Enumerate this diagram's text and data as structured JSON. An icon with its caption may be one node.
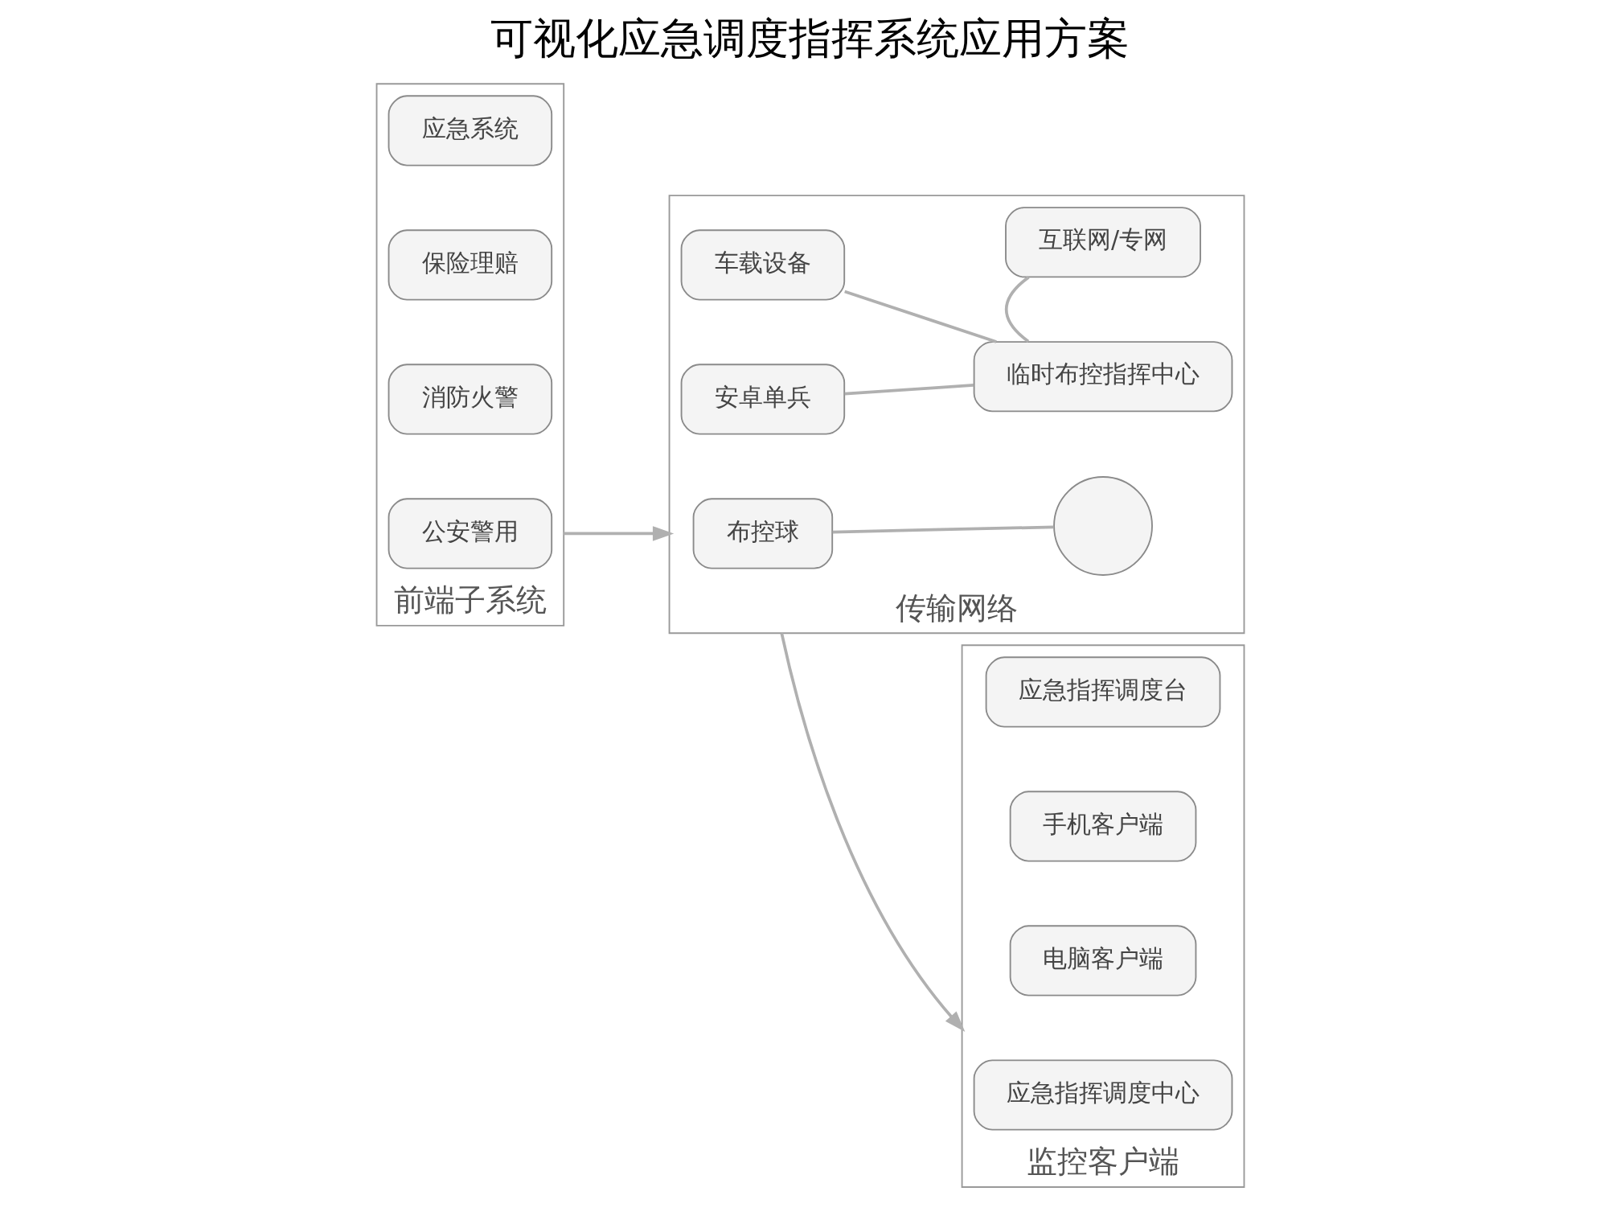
{
  "diagram": {
    "title": "可视化应急调度指挥系统应用方案",
    "nodes": [
      {
        "text": [
          "前端子系统"
        ]
      },
      {
        "text": [
          "公安警用"
        ],
        "in": 0
      },
      {
        "text": [
          "消防火警"
        ],
        "in": 0
      },
      {
        "text": [
          "保险理赔"
        ],
        "in": 0
      },
      {
        "text": [
          "应急系统"
        ],
        "in": 0
      },
      {
        "text": [
          "传输网络"
        ]
      },
      {
        "text": [
          "布控球"
        ],
        "in": 5
      },
      {
        "text": [
          "安卓单兵"
        ],
        "in": 5
      },
      {
        "text": [
          "车载设备"
        ],
        "in": 5
      },
      {
        "text": [],
        "shape": "circle",
        "in": 5
      },
      {
        "text": [
          "临时布控指挥中心"
        ],
        "in": 5
      },
      {
        "text": [
          "互联网/专网"
        ],
        "in": 5
      },
      {
        "text": [
          "监控客户端"
        ]
      },
      {
        "text": [
          "应急指挥调度中心"
        ],
        "in": 12
      },
      {
        "text": [
          "电脑客户端"
        ],
        "in": 12
      },
      {
        "text": [
          "手机客户端"
        ],
        "in": 12
      },
      {
        "text": [
          "应急指挥调度台"
        ],
        "in": 12
      }
    ],
    "edges": [
      {
        "from": 0,
        "to": 5,
        "arrow": "to"
      },
      {
        "from": 5,
        "to": 12,
        "arrow": "to"
      },
      {
        "from": 6,
        "to": 9,
        "arrow": "none"
      },
      {
        "from": 7,
        "to": 10,
        "arrow": "none"
      },
      {
        "from": 8,
        "to": 10,
        "arrow": "none"
      },
      {
        "from": 10,
        "to": 11,
        "arrow": "none"
      }
    ]
  }
}
